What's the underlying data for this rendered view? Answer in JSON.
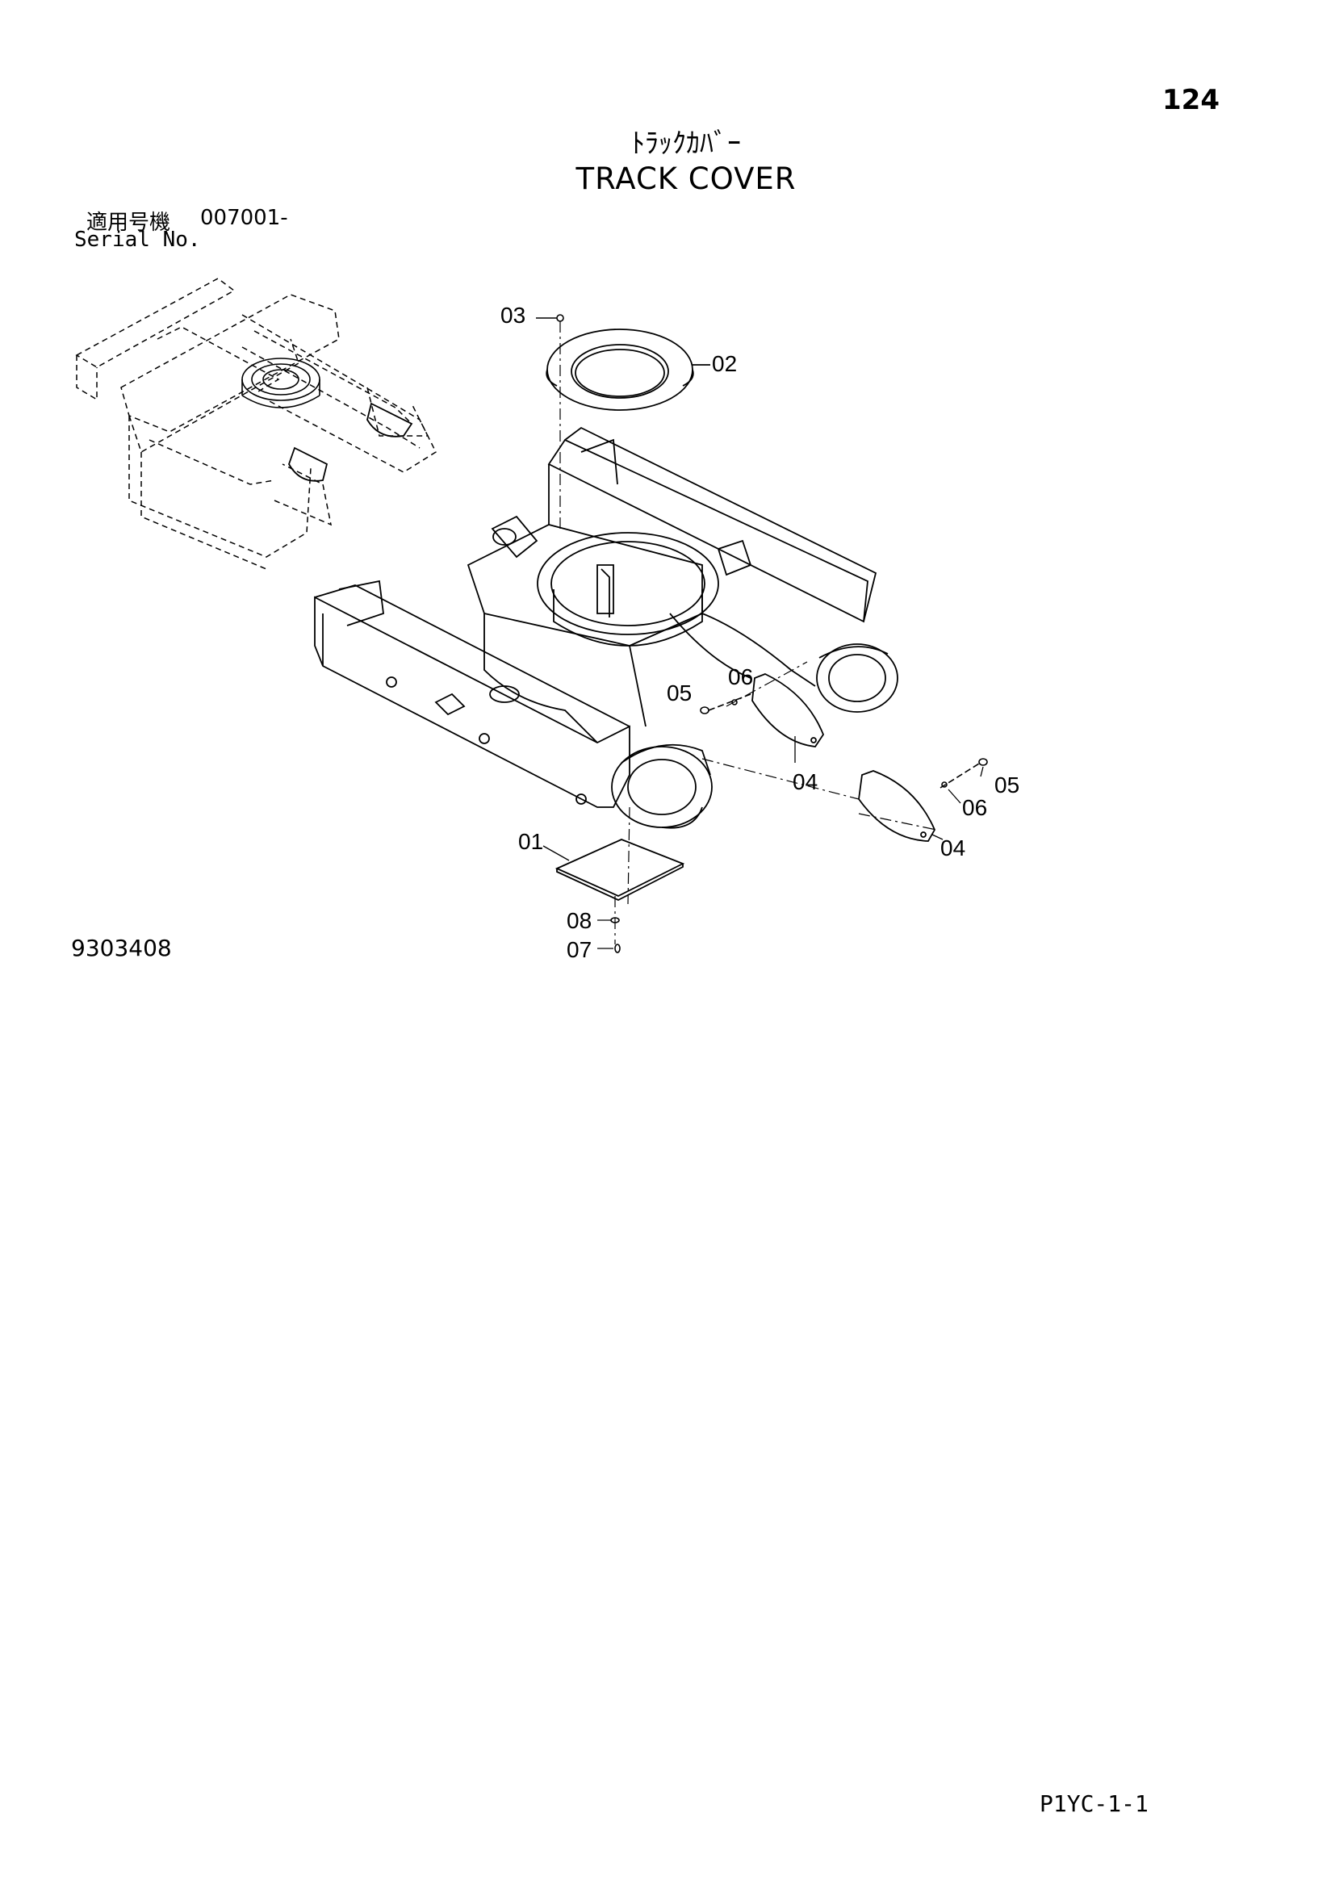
{
  "page_number": "124",
  "title_jp": "ﾄﾗｯｸｶﾊﾞｰ",
  "title_en": "TRACK COVER",
  "serial": {
    "label_jp": "適用号機",
    "value": "007001-",
    "label_en": "Serial No."
  },
  "drawing_number": "9303408",
  "footer_code": "P1YC-1-1",
  "callouts": {
    "c01": "01",
    "c02": "02",
    "c03": "03",
    "c04a": "04",
    "c04b": "04",
    "c05a": "05",
    "c05b": "05",
    "c06a": "06",
    "c06b": "06",
    "c07": "07",
    "c08": "08"
  }
}
